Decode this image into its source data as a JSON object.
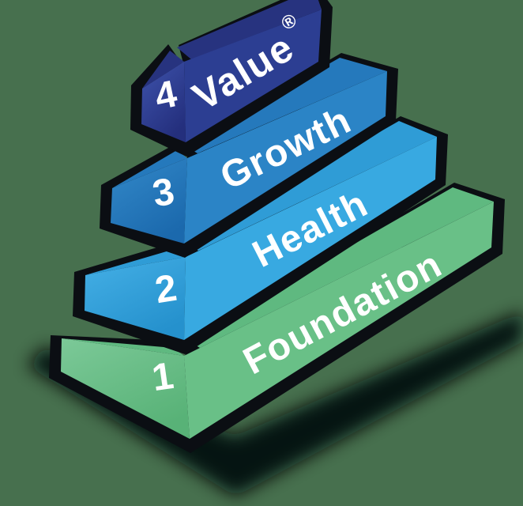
{
  "diagram": {
    "type": "stepped-pyramid-infographic",
    "background_color": "#47704e",
    "shadow_color": "#05080a",
    "gap_color": "#0b0e13",
    "text_color": "#ffffff",
    "trademark_symbol": "®",
    "levels": [
      {
        "number": "1",
        "label": "Foundation",
        "face_color": "#69c087",
        "side_top": "#7cc998",
        "side_bottom": "#58b277",
        "tread_color": "#5fb980"
      },
      {
        "number": "2",
        "label": "Health",
        "face_color": "#38a9e1",
        "side_top": "#45b0e6",
        "side_bottom": "#2591cd",
        "tread_color": "#2f9cd6"
      },
      {
        "number": "3",
        "label": "Growth",
        "face_color": "#2b84c6",
        "side_top": "#3389c9",
        "side_bottom": "#1b69ad",
        "tread_color": "#2579bc"
      },
      {
        "number": "4",
        "label": "Value",
        "face_color": "#2c3e92",
        "side_top": "#3e53ac",
        "side_bottom": "#242f7d",
        "tread_color": "#27337f"
      }
    ]
  }
}
